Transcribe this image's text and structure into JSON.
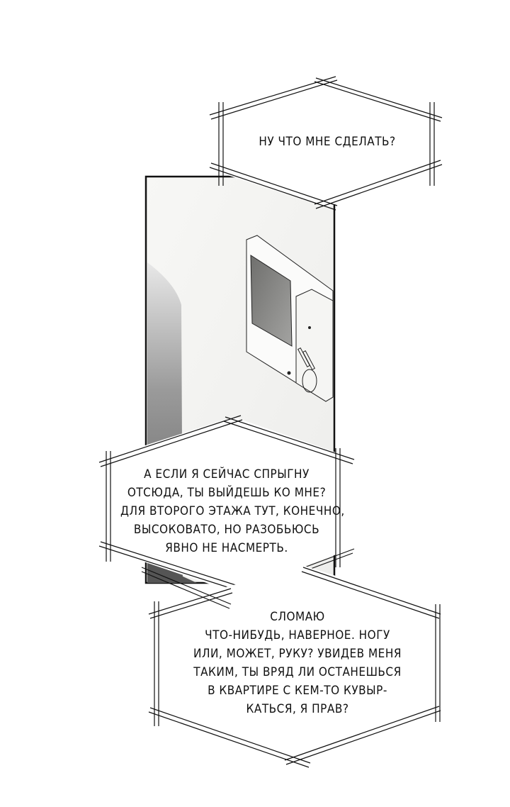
{
  "page": {
    "type": "manga-page",
    "colors": {
      "background": "#ffffff",
      "ink": "#111111",
      "wall": "#f2f2f0",
      "shade_dark": "#555555"
    }
  },
  "panel": {
    "subject": "wall-mounted-intercom",
    "screen_color": "#8a8a88"
  },
  "bubbles": [
    {
      "id": "bubble-1",
      "lines": [
        "НУ ЧТО МНЕ СДЕЛАТЬ?"
      ]
    },
    {
      "id": "bubble-2",
      "lines": [
        "А ЕСЛИ Я СЕЙЧАС СПРЫГНУ",
        "ОТСЮДА, ТЫ ВЫЙДЕШЬ КО МНЕ?",
        "ДЛЯ ВТОРОГО ЭТАЖА ТУТ, КОНЕЧНО,",
        "ВЫСОКОВАТО, НО РАЗОБЬЮСЬ",
        "ЯВНО НЕ НАСМЕРТЬ."
      ]
    },
    {
      "id": "bubble-3",
      "lines": [
        "СЛОМАЮ",
        "ЧТО-НИБУДЬ, НАВЕРНОЕ. НОГУ",
        "ИЛИ, МОЖЕТ, РУКУ? УВИДЕВ МЕНЯ",
        "ТАКИМ, ТЫ ВРЯД ЛИ ОСТАНЕШЬСЯ",
        "В КВАРТИРЕ С КЕМ-ТО КУВЫР-",
        "КАТЬСЯ, Я ПРАВ?"
      ]
    }
  ]
}
